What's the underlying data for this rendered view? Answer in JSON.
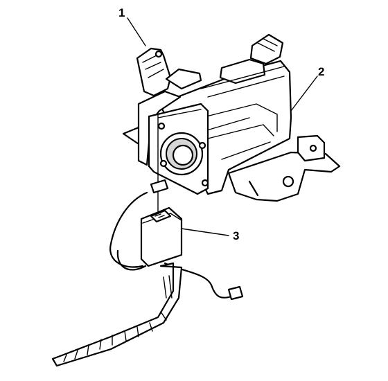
{
  "callouts": [
    {
      "id": "1"
    },
    {
      "id": "2"
    },
    {
      "id": "3"
    }
  ]
}
